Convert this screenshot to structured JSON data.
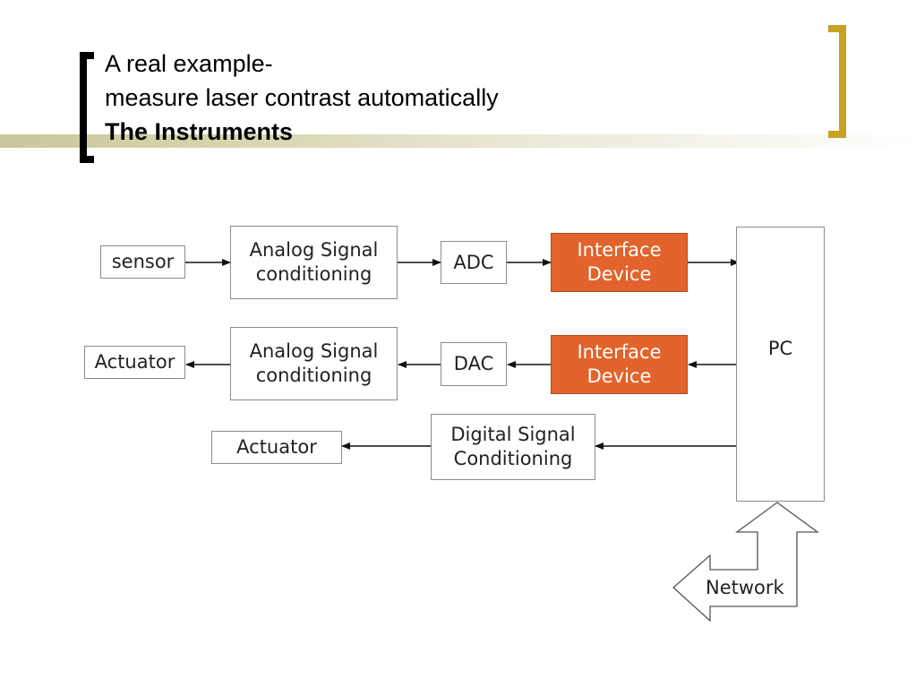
{
  "title": {
    "line1": "A real example-",
    "line2": "measure laser contrast automatically",
    "line3": "The Instruments"
  },
  "colors": {
    "accent_orange": "#e2632c",
    "bracket_gold": "#c8a022",
    "title_band": "#c9c89a"
  },
  "diagram": {
    "sensor": "sensor",
    "analog_top_1": "Analog Signal",
    "analog_top_2": "conditioning",
    "adc": "ADC",
    "interface_top_1": "Interface",
    "interface_top_2": "Device",
    "actuator_mid": "Actuator",
    "analog_mid_1": "Analog Signal",
    "analog_mid_2": "conditioning",
    "dac": "DAC",
    "interface_mid_1": "Interface",
    "interface_mid_2": "Device",
    "pc": "PC",
    "actuator_bottom": "Actuator",
    "digital_1": "Digital Signal",
    "digital_2": "Conditioning",
    "network": "Network"
  }
}
